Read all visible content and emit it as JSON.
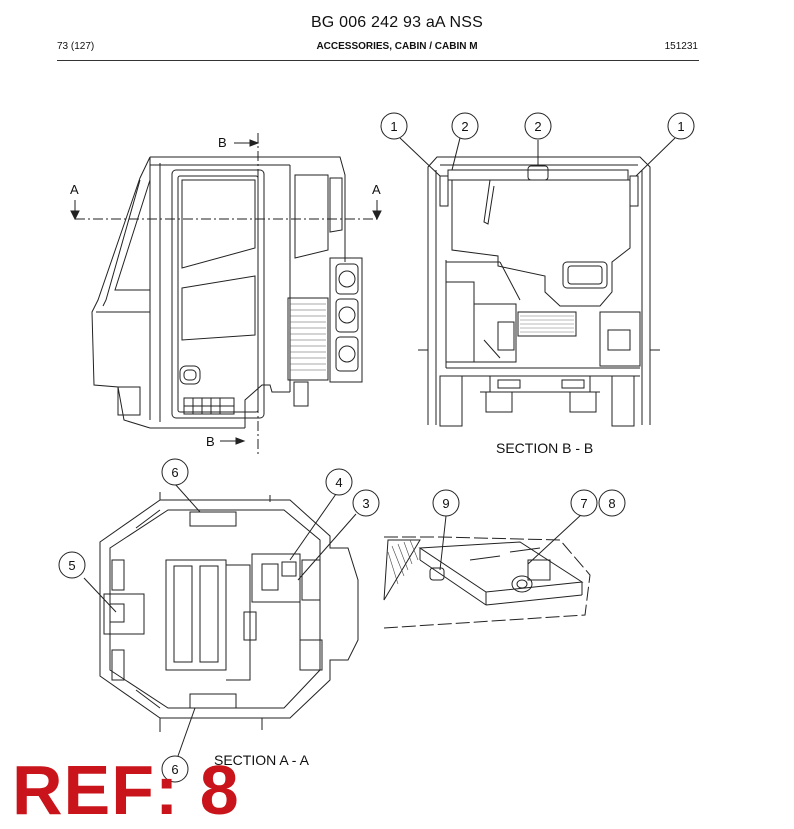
{
  "header": {
    "title": "BG 006 242 93 aA NSS",
    "page": "73 (127)",
    "section": "ACCESSORIES, CABIN / CABIN M",
    "code": "151231"
  },
  "views": {
    "side": {
      "section_marks": [
        "A",
        "A",
        "B",
        "B"
      ]
    },
    "section_bb": {
      "label": "SECTION  B - B",
      "callouts": [
        "1",
        "2",
        "2",
        "1"
      ]
    },
    "section_aa": {
      "label": "SECTION  A - A",
      "callouts": [
        "6",
        "4",
        "3",
        "5",
        "6"
      ]
    },
    "detail": {
      "callouts": [
        "9",
        "7",
        "8"
      ]
    }
  },
  "reference": {
    "label": "REF: 8",
    "color": "#c8141a"
  }
}
